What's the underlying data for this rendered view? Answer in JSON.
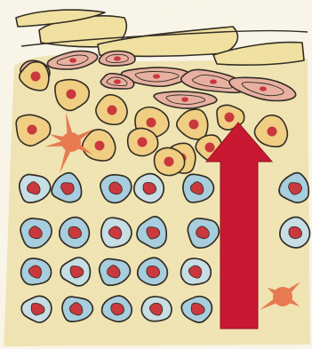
{
  "colors": {
    "background": "#fbf8ee",
    "tissue": "#f2e6b6",
    "outline": "#2a2620",
    "stratum_corneum": "#f3e3a3",
    "stratum_granulosum": "#e9b0a3",
    "stratum_spinosum": "#f2cf83",
    "stratum_basale": "#a6cfe3",
    "basal_light": "#c7e0ea",
    "nucleus": "#c9323a",
    "melanocyte": "#e9774d",
    "arrow": "#c8102e"
  },
  "layers": [
    {
      "key": "stratum_corneum",
      "kind": "flat-plates"
    },
    {
      "key": "stratum_granulosum",
      "kind": "flattened-cells"
    },
    {
      "key": "stratum_spinosum",
      "kind": "polygonal-cells"
    },
    {
      "key": "stratum_basale",
      "kind": "cuboidal-cells"
    }
  ],
  "arrow": {
    "direction": "up",
    "meaning": "cell-migration"
  }
}
